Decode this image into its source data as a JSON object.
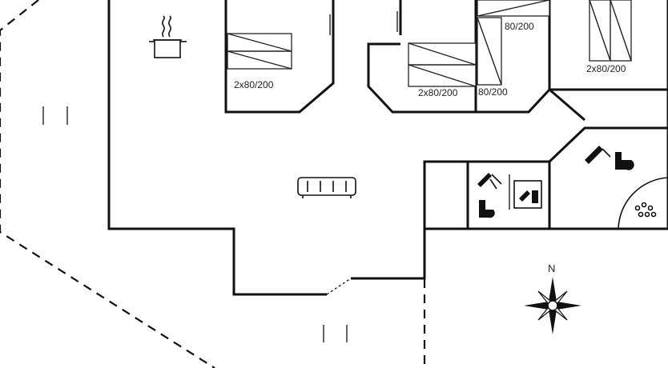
{
  "beds": [
    {
      "label": "2x80/200"
    },
    {
      "label": "2x80/200"
    },
    {
      "label": "80/200"
    },
    {
      "label": "80/200"
    },
    {
      "label": "2x80/200"
    }
  ],
  "compass": {
    "north": "N"
  }
}
